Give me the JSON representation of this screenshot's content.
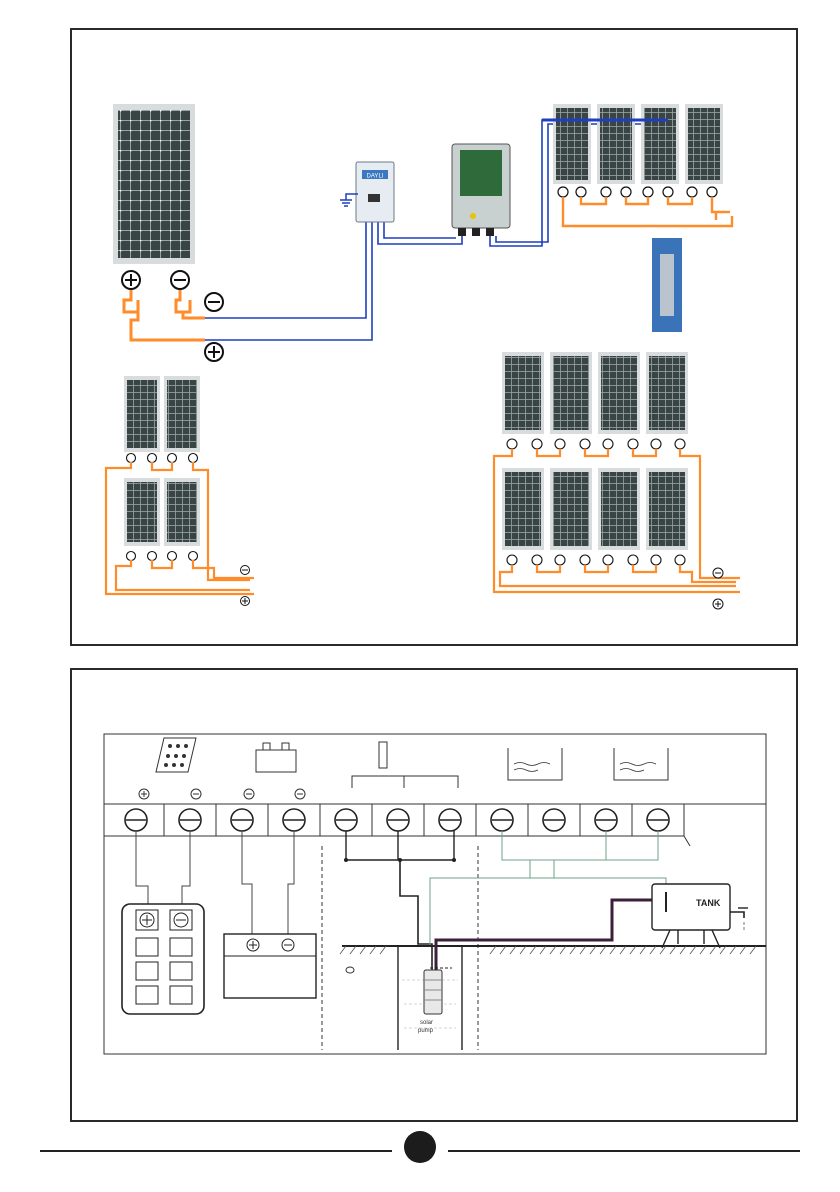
{
  "lcd_text": "DAYLI",
  "tank_label": "TANK",
  "pump_label_line1": "solar",
  "pump_label_line2": "pump",
  "colors": {
    "frame": "#2a2a2a",
    "dc_wire": "#ff8c2a",
    "signal_wire": "#1f3fbf",
    "panel_cell": "#3d4a4a",
    "tank_wire": "#3b1f3b",
    "float_wire": "#6fa08a"
  },
  "icons": [
    "plus-icon",
    "minus-icon",
    "ground-icon",
    "solar-panel-icon",
    "battery-icon",
    "probe-icon",
    "water-level-icon",
    "tap-icon"
  ]
}
